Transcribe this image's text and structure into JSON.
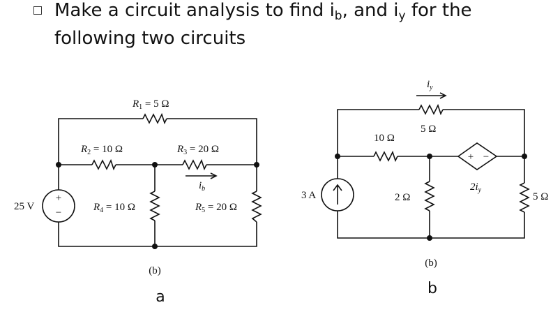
{
  "title": {
    "part1": "Make a circuit analysis to find i",
    "sub1": "b",
    "part2": ", and i",
    "sub2": "y",
    "part3": " for the",
    "line2": "following two circuits"
  },
  "circuit_a": {
    "source": "25 V",
    "r1": "= 5 Ω",
    "r2": "= 10 Ω",
    "r3": "= 20 Ω",
    "r4": "= 10 Ω",
    "r5": "= 20 Ω",
    "current": "b",
    "caption": "(b)",
    "letter": "a"
  },
  "circuit_b": {
    "source": "3 A",
    "r_top": "5 Ω",
    "r_10": "10 Ω",
    "r_2": "2 Ω",
    "r_5": "5 Ω",
    "dep_source": "2i",
    "dep_sub": "y",
    "current": "y",
    "caption": "(b)",
    "letter": "b"
  }
}
